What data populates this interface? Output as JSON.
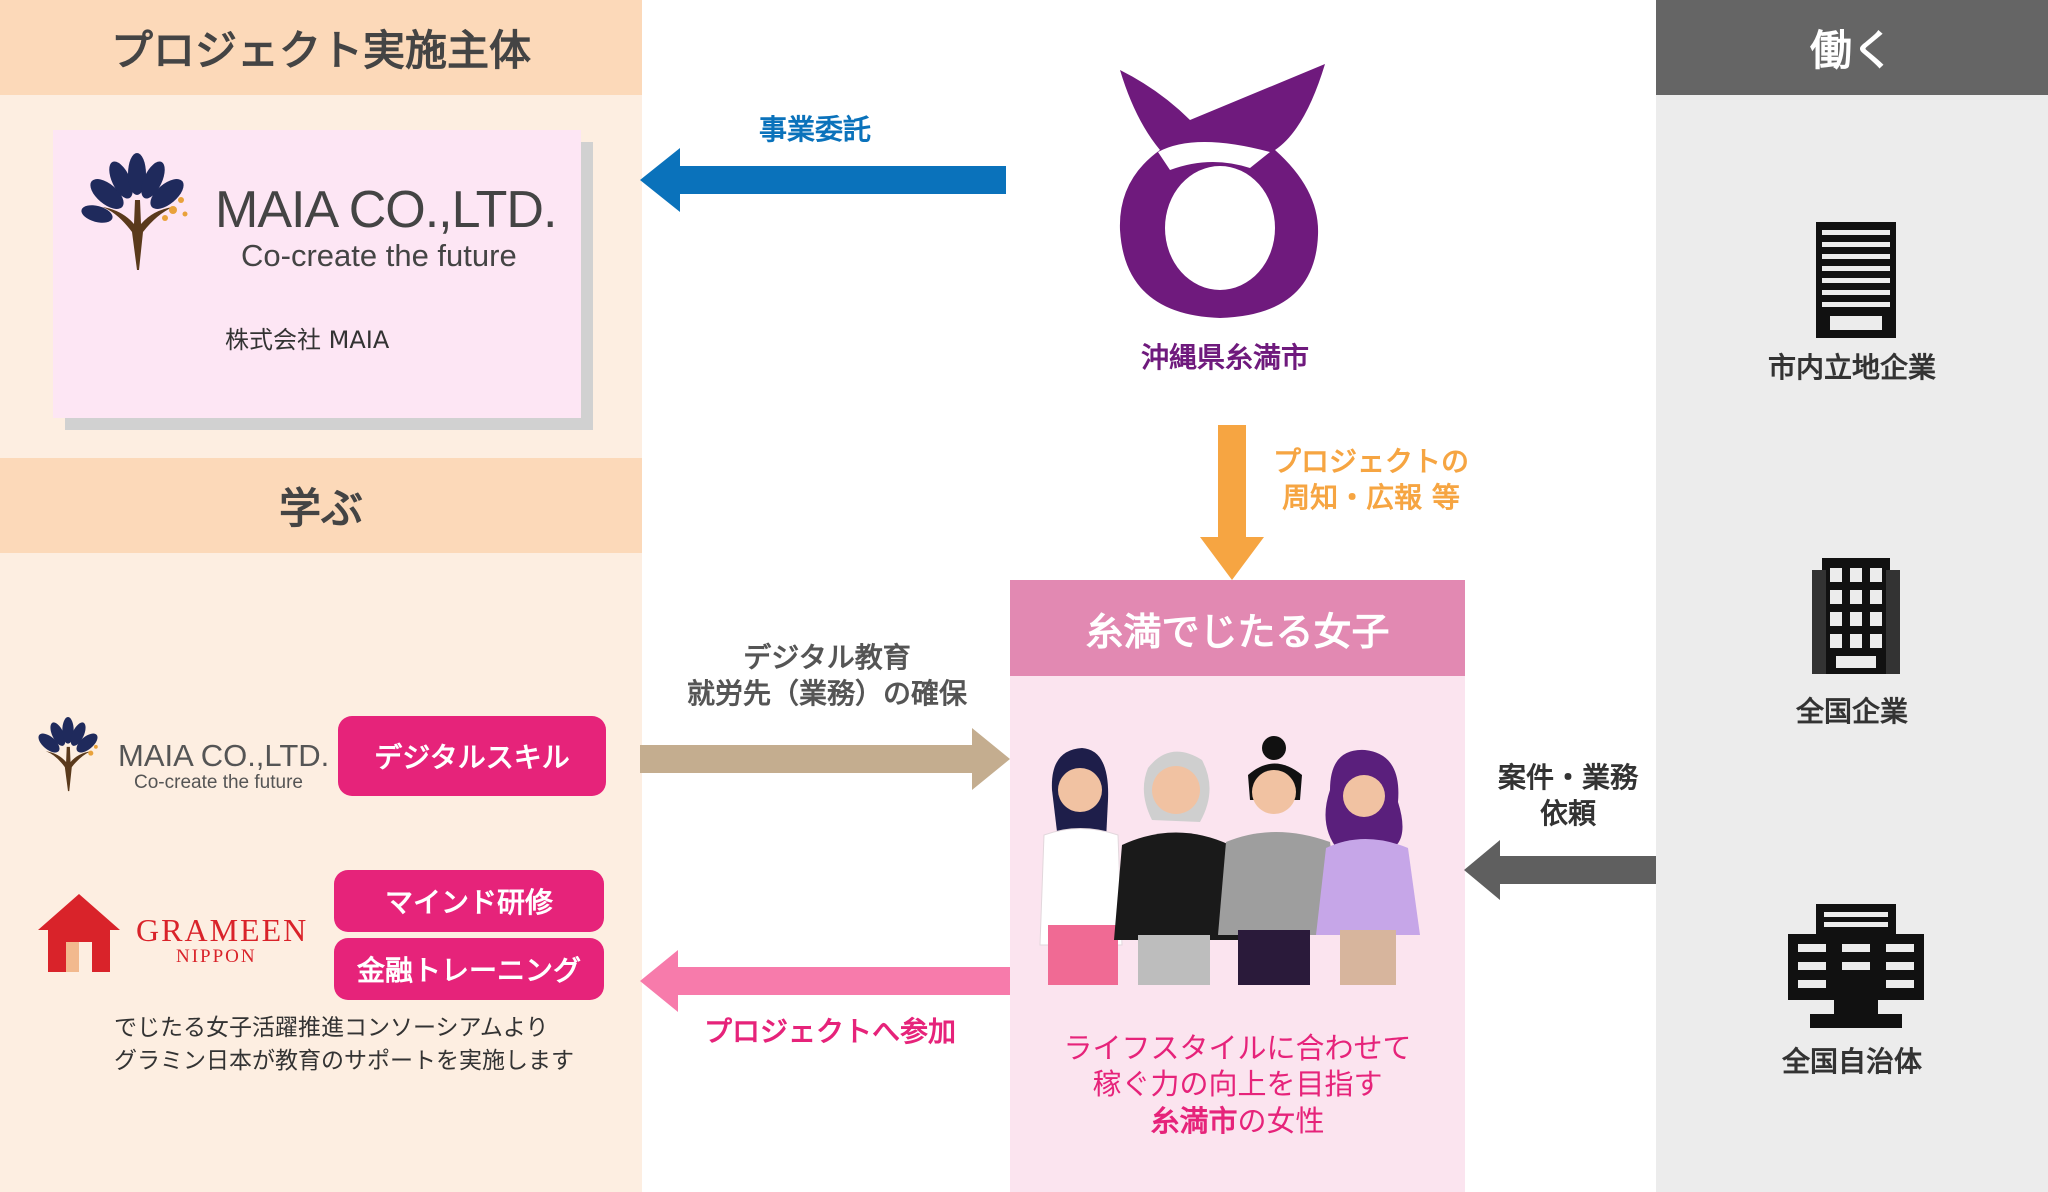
{
  "left": {
    "header_implementer": "プロジェクト実施主体",
    "maia_card": {
      "brand": "MAIA CO.,LTD.",
      "tagline": "Co-create the future",
      "company": "株式会社 MAIA"
    },
    "header_learn": "学ぶ",
    "maia_small": {
      "brand": "MAIA CO.,LTD.",
      "tagline": "Co-create the future"
    },
    "pill_digital": "デジタルスキル",
    "grameen": {
      "brand": "GRAMEEN",
      "sub": "NIPPON"
    },
    "pill_mind": "マインド研修",
    "pill_finance": "金融トレーニング",
    "note_line1": "でじたる女子活躍推進コンソーシアムより",
    "note_line2": "グラミン日本が教育のサポートを実施します"
  },
  "center": {
    "arrow_commission": "事業委託",
    "city_name": "沖縄県糸満市",
    "promo_line1": "プロジェクトの",
    "promo_line2": "周知・広報 等",
    "edu_line1": "デジタル教育",
    "edu_line2": "就労先（業務）の確保",
    "join_label": "プロジェクトへ参加",
    "request_line1": "案件・業務",
    "request_line2": "依頼",
    "women_title": "糸満でじたる女子",
    "caption_line1": "ライフスタイルに合わせて",
    "caption_line2": "稼ぐ力の向上を目指す",
    "caption_bold": "糸満市",
    "caption_tail": "の女性"
  },
  "right": {
    "header_work": "働く",
    "local_companies": "市内立地企業",
    "national_companies": "全国企業",
    "municipalities": "全国自治体"
  },
  "colors": {
    "commission_arrow": "#0a72bb",
    "promo_arrow": "#f6a542",
    "edu_arrow": "#c4ad8f",
    "join_arrow": "#f77bab",
    "request_arrow": "#5f5f5f",
    "city_purple": "#6f1a7d",
    "accent_pink": "#e6237a"
  }
}
